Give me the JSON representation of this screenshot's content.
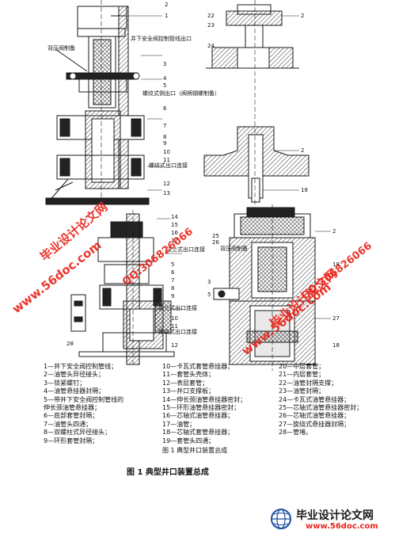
{
  "callouts": {
    "tl_top": [
      "1",
      "2"
    ],
    "tl_text_a": "井下安全阀控制管线出口",
    "tl_text_b": "背压阀制备",
    "tl_right": [
      "3",
      "4",
      "5",
      "6",
      "7",
      "8",
      "9",
      "10",
      "11",
      "12",
      "13"
    ],
    "tl_text_c": "螺纹式侧出口（阀柄钢螺制备）",
    "tl_text_d": "螺纹式出口连接",
    "tr_top": [
      "22",
      "23",
      "24",
      "2"
    ],
    "tr_mid": [
      "2",
      "18"
    ],
    "bl_right": [
      "14",
      "15",
      "16",
      "17",
      "5",
      "6",
      "7",
      "8",
      "9",
      "10",
      "11",
      "12"
    ],
    "bl_text_a": "法兰式出口连接",
    "bl_text_b": "法兰式出口连接",
    "bl_text_c": "螺纹式出口连接",
    "bl_left": "28",
    "br_left": [
      "25",
      "26"
    ],
    "br_text_a": "背压阀制备",
    "br_right": [
      "2",
      "18",
      "27",
      "18"
    ],
    "br_bottom": [
      "3",
      "5"
    ]
  },
  "legend": {
    "col1": [
      "1—井下安全阀控制管线；",
      "2—油管头异径接头；",
      "3—锁紧螺钉；",
      "4—油管悬挂器封隔；",
      "5—带井下安全阀控制管线的",
      "   伸长颈油管悬挂器；",
      "6—底部套管封隔；",
      "7—油管头四通；",
      "8—双螺柱式异径接头；",
      "9—环形套管封隔；"
    ],
    "col2": [
      "10—卡瓦式套管悬挂器；",
      "11—套管头壳体；",
      "12—表层套管；",
      "13—井口支撑板；",
      "14—伸长颈油管悬挂器密封；",
      "15—环形油管悬挂器密封；",
      "16—芯轴式油管悬挂器；",
      "17—油管；",
      "18—芯轴式套管悬挂器；",
      "19—套管头四通；"
    ],
    "col3": [
      "20—中层套管；",
      "21—内层套管；",
      "22—油管封隔支撑；",
      "23—油管封隔；",
      "24—卡瓦式油管悬挂器；",
      "25—芯轴式油管悬挂器密封；",
      "26—芯轴式油管悬挂器；",
      "27—旋绕式悬挂器封隔；",
      "28—管堵。"
    ]
  },
  "figure_caption": "图 1   典型井口装置总成",
  "figure_title": "图 1   典型井口装置总成",
  "watermarks": {
    "w1": "毕业设计论文网",
    "w2": "www.56doc.com",
    "w3": "QQ:306826066"
  },
  "logo": {
    "title": "毕业设计论文网",
    "url": "www.56doc.com"
  },
  "colors": {
    "line": "#1a1a1a",
    "hatch": "#333333",
    "watermark": "#e8251c"
  }
}
